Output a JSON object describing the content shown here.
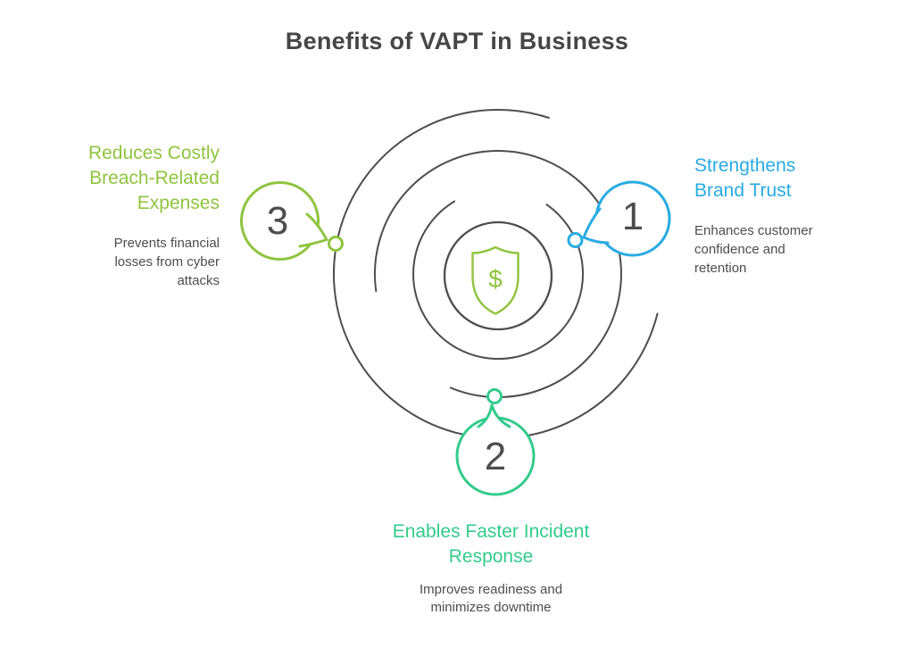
{
  "title": "Benefits of VAPT in Business",
  "colors": {
    "blue": "#29ABE2",
    "green": "#33CB8C",
    "olive": "#8FC43F",
    "dark_gray": "#4D4D4D"
  },
  "center": {
    "icon": "shield-dollar",
    "glyph": "$"
  },
  "benefits": [
    {
      "number": "1",
      "color_name": "blue",
      "heading_lines": [
        "Strengthens",
        "Brand Trust"
      ],
      "description_lines": [
        "Enhances customer",
        "confidence and",
        "retention"
      ]
    },
    {
      "number": "2",
      "color_name": "green",
      "heading_lines": [
        "Enables Faster Incident",
        "Response"
      ],
      "description_lines": [
        "Improves readiness and",
        "minimizes downtime"
      ]
    },
    {
      "number": "3",
      "color_name": "olive",
      "heading_lines": [
        "Reduces Costly",
        "Breach-Related",
        "Expenses"
      ],
      "description_lines": [
        "Prevents financial",
        "losses from cyber",
        "attacks"
      ]
    }
  ]
}
